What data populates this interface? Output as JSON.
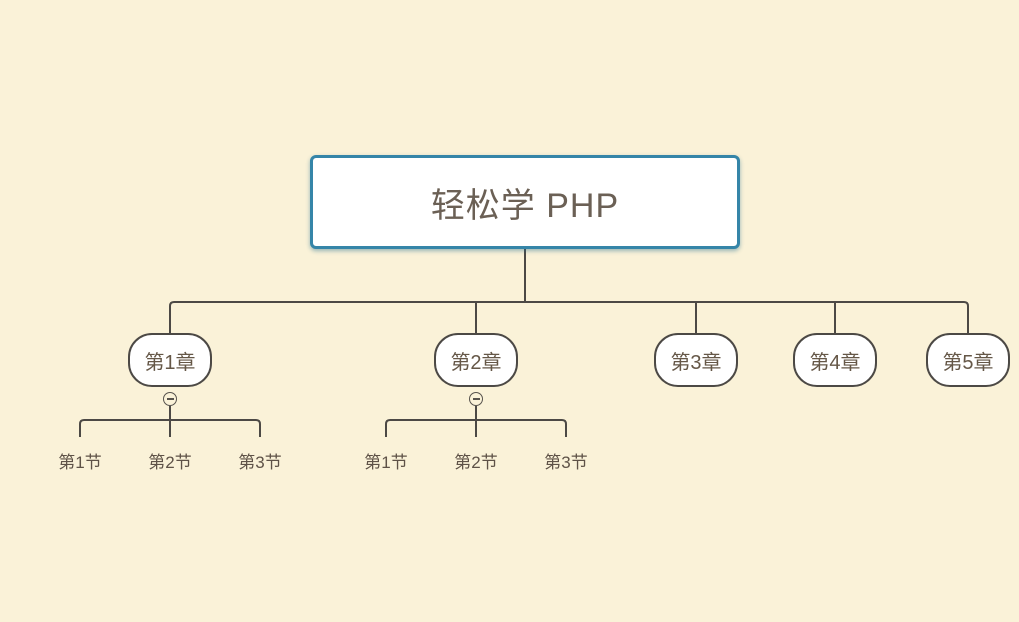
{
  "root": {
    "label": "轻松学 PHP"
  },
  "chapters": [
    {
      "label": "第1章",
      "collapsed": false,
      "has_toggle": true,
      "sections": [
        {
          "label": "第1节"
        },
        {
          "label": "第2节"
        },
        {
          "label": "第3节"
        }
      ]
    },
    {
      "label": "第2章",
      "collapsed": false,
      "has_toggle": true,
      "sections": [
        {
          "label": "第1节"
        },
        {
          "label": "第2节"
        },
        {
          "label": "第3节"
        }
      ]
    },
    {
      "label": "第3章",
      "collapsed": true,
      "has_toggle": false,
      "sections": []
    },
    {
      "label": "第4章",
      "collapsed": true,
      "has_toggle": false,
      "sections": []
    },
    {
      "label": "第5章",
      "collapsed": true,
      "has_toggle": false,
      "sections": []
    }
  ],
  "toggle": {
    "icon": "minus-circle-icon",
    "symbol": "−"
  },
  "colors": {
    "canvas_background": "#faf2d8",
    "connector_line": "#4c4945",
    "root_border": "#3585a8",
    "node_fill": "#ffffff",
    "root_text": "#6b6055",
    "chapter_text": "#655747",
    "section_text": "#5e5247"
  }
}
